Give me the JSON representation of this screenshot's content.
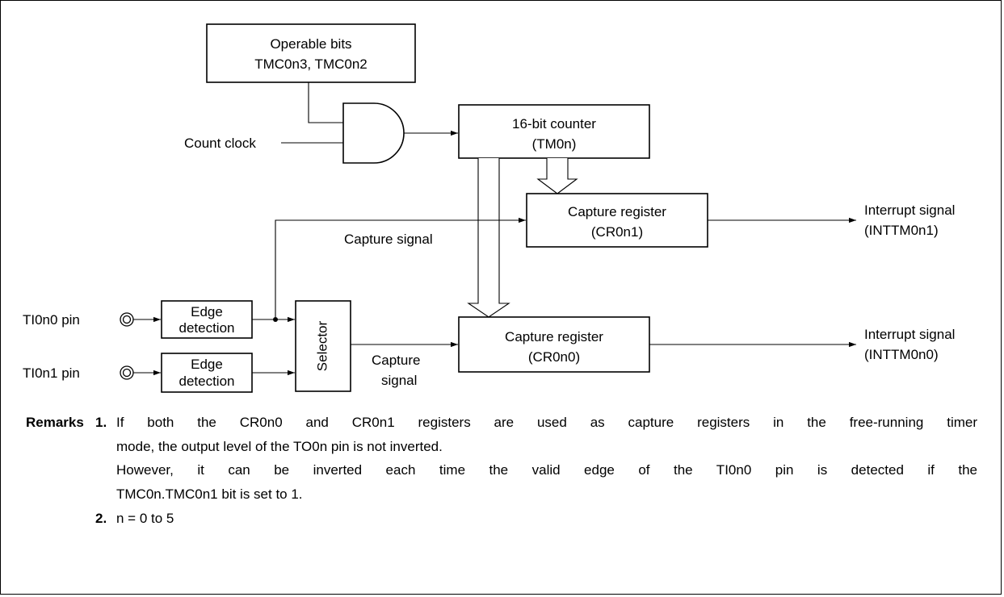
{
  "diagram": {
    "operable_bits_box": {
      "line1": "Operable bits",
      "line2": "TMC0n3, TMC0n2"
    },
    "count_clock_label": "Count clock",
    "counter_box": {
      "line1": "16-bit counter",
      "line2": "(TM0n)"
    },
    "capture_register_1": {
      "line1": "Capture register",
      "line2": "(CR0n1)"
    },
    "capture_register_0": {
      "line1": "Capture register",
      "line2": "(CR0n0)"
    },
    "capture_signal_label": "Capture signal",
    "capture_signal_label_2": {
      "line1": "Capture",
      "line2": "signal"
    },
    "interrupt_1": {
      "line1": "Interrupt signal",
      "line2": "(INTTM0n1)"
    },
    "interrupt_0": {
      "line1": "Interrupt signal",
      "line2": "(INTTM0n0)"
    },
    "pin_0_label": "TI0n0 pin",
    "pin_1_label": "TI0n1 pin",
    "edge_detection_0": {
      "line1": "Edge",
      "line2": "detection"
    },
    "edge_detection_1": {
      "line1": "Edge",
      "line2": "detection"
    },
    "selector_label": "Selector"
  },
  "remarks": {
    "heading": "Remarks",
    "item1_number": "1.",
    "item1_line1": "If both the CR0n0 and CR0n1 registers are used as capture registers in the free-running timer",
    "item1_line2": "mode, the output level of the TO0n pin is not inverted.",
    "item1_line3": "However, it can be inverted each time the valid edge of the TI0n0 pin is detected if the",
    "item1_line4": "TMC0n.TMC0n1 bit is set to 1.",
    "item2_number": "2.",
    "item2_text": "n = 0 to 5"
  }
}
